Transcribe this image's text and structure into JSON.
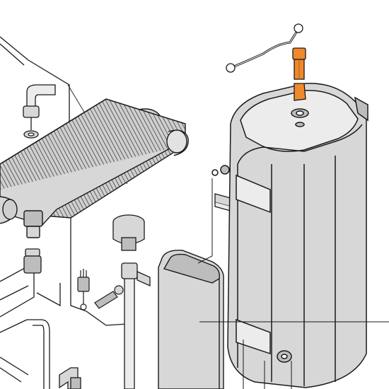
{
  "diagram": {
    "kind": "exploded-parts-view",
    "text_labels": [],
    "colors": {
      "line": "#1a1a1a",
      "part_fill": "#d7d7d7",
      "part_fill_dark": "#bdbdbd",
      "part_fill_light": "#ececec",
      "highlight": "#ef8a2a",
      "highlight_dark": "#b8601a",
      "background": "#ffffff"
    },
    "parts": [
      {
        "id": "earth-cable",
        "name": "earth-cable"
      },
      {
        "id": "anode-rod",
        "name": "magnesium-anode",
        "highlighted": true
      },
      {
        "id": "storage-tank",
        "name": "hot-water-storage-cylinder"
      },
      {
        "id": "expansion-vessel",
        "name": "expansion-vessel"
      },
      {
        "id": "heat-exchanger",
        "name": "finned-heat-exchanger"
      },
      {
        "id": "air-vent",
        "name": "automatic-air-vent"
      },
      {
        "id": "temperature-sensor",
        "name": "temperature-sensor"
      },
      {
        "id": "drain-cock",
        "name": "drain-cock"
      },
      {
        "id": "mounting-bracket",
        "name": "mounting-bracket"
      },
      {
        "id": "pipework",
        "name": "connecting-pipework"
      }
    ]
  }
}
